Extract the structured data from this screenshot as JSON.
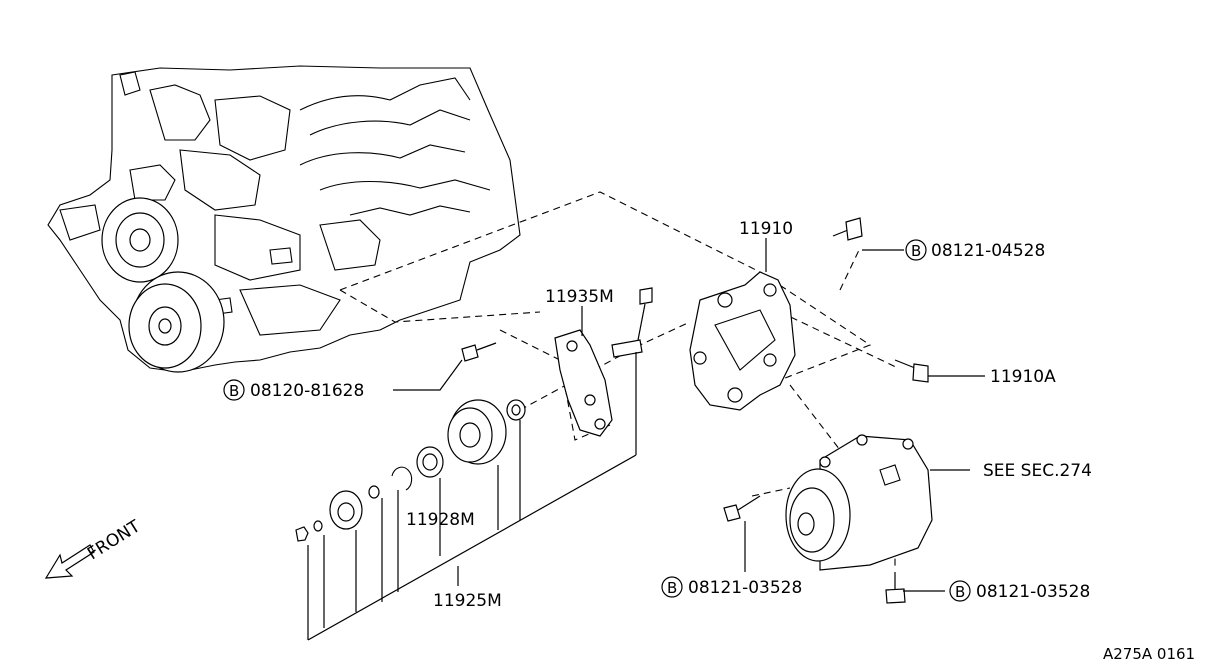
{
  "diagram": {
    "labels": {
      "bracket": "11910",
      "bolt_top_right": "08121-04528",
      "bracket_sub": "11935M",
      "bolt_left": "08120-81628",
      "bolt_right": "11910A",
      "compressor_ref": "SEE SEC.274",
      "bearing": "11928M",
      "clutch_assy": "11925M",
      "bolt_bottom": "08121-03528",
      "bolt_bottom_right": "08121-03528",
      "front": "FRONT",
      "figure_code": "A275A 0161"
    },
    "prefix_symbol": "B",
    "icons": {
      "bolt_prefix": "circled-b-icon",
      "front_arrow": "front-arrow-icon"
    }
  }
}
